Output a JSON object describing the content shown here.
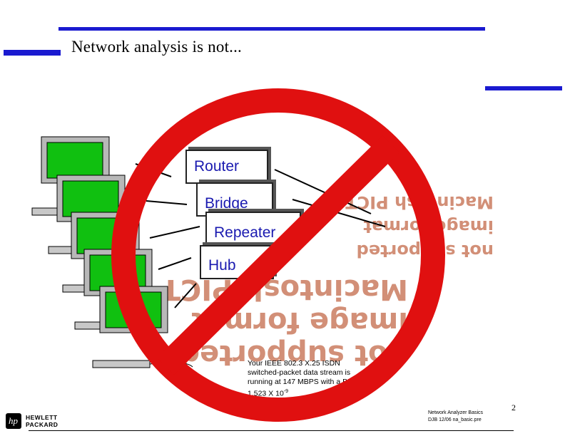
{
  "slide": {
    "title": "Network analysis is not...",
    "page_number": "2"
  },
  "devices": [
    "Router",
    "Bridge",
    "Repeater",
    "Hub"
  ],
  "stream_text": "Your IEEE 802.3 X.25 ISDN switched-packet data stream is running at 147 MBPS with a BER of 1.523 X 10",
  "stream_exponent": "-9",
  "pict_placeholder": {
    "line1": "not supported",
    "line2": "image format",
    "line3": "Macintosh PICT"
  },
  "footer": {
    "line1": "Network Analyzer Basics",
    "line2": "DJB   12/06  na_basic.pre"
  },
  "logo": {
    "line1": "HEWLETT",
    "line2": "PACKARD",
    "mark": "hp"
  },
  "colors": {
    "accent_bar": "#1a1ad0",
    "no_symbol": "#e01010",
    "screen": "#10c010",
    "device_text": "#1a1ab0"
  }
}
